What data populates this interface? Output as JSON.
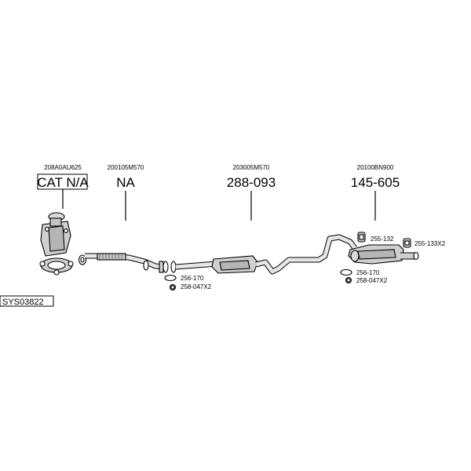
{
  "diagram": {
    "system_code": "SYS03822",
    "sections": [
      {
        "part_number": "208A0AU625",
        "label": "CAT N/A"
      },
      {
        "part_number": "200105M570",
        "label": "NA"
      },
      {
        "part_number": "203005M570",
        "label": "288-093"
      },
      {
        "part_number": "20100BN900",
        "label": "145-605"
      }
    ],
    "callouts": {
      "front_gasket": "256-170",
      "front_bolts": "258-047X2",
      "rear_gasket": "256-170",
      "rear_bolts": "258-047X2",
      "rear_hanger": "255-132",
      "tail_hanger": "255-133X2"
    }
  }
}
